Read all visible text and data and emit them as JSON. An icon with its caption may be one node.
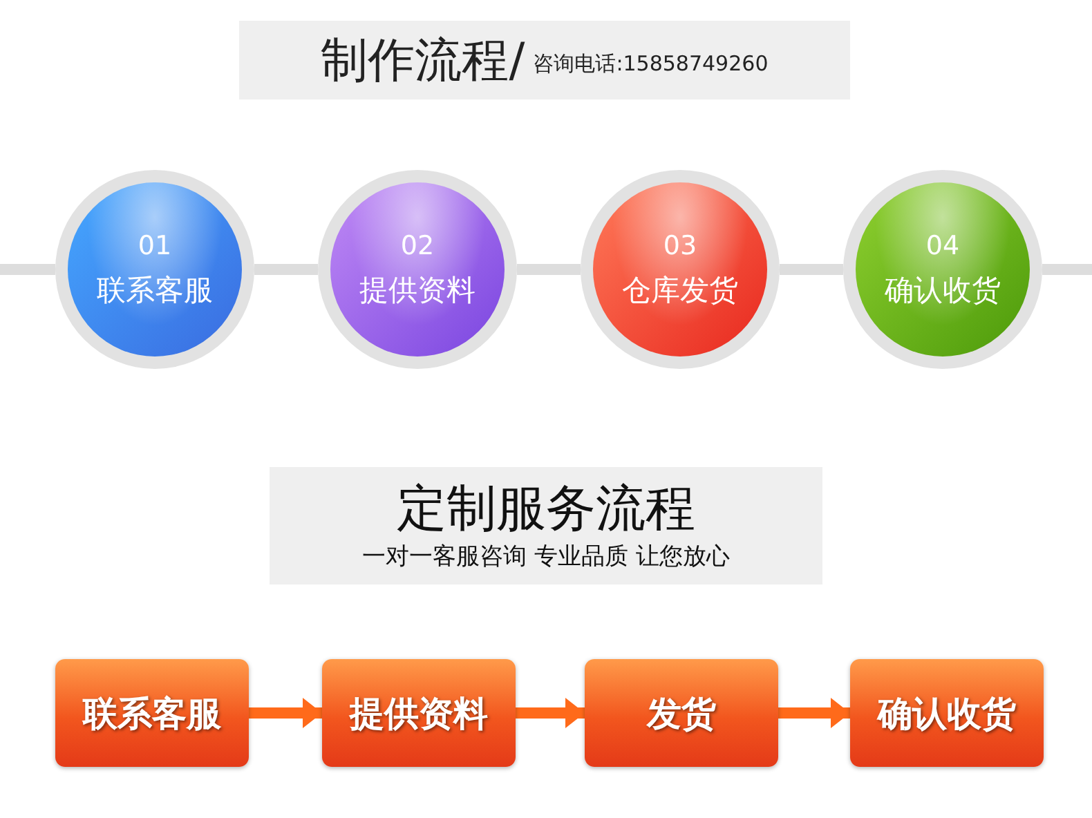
{
  "diagram": {
    "title": "制作流程/",
    "nodes": [
      {
        "text": [
          "01",
          "联系客服"
        ]
      },
      {
        "text": [
          "02",
          "提供资料"
        ]
      },
      {
        "text": [
          "03",
          "仓库发货"
        ]
      },
      {
        "text": [
          "04",
          "确认收货"
        ]
      },
      {
        "text": [
          "定制服务流程",
          "一对一客服咨询 专业品质 让您放心"
        ]
      },
      {
        "text": [
          "联系客服"
        ]
      },
      {
        "text": [
          "提供资料"
        ]
      },
      {
        "text": [
          "发货"
        ]
      },
      {
        "text": [
          "确认收货"
        ]
      }
    ],
    "edges": [
      {
        "from": null,
        "to": 0,
        "arrow": "none"
      },
      {
        "from": 0,
        "to": 1,
        "arrow": "none"
      },
      {
        "from": 1,
        "to": 2,
        "arrow": "none"
      },
      {
        "from": 2,
        "to": 3,
        "arrow": "none"
      },
      {
        "from": 3,
        "to": null,
        "arrow": "none"
      },
      {
        "from": 5,
        "to": 6,
        "arrow": "to",
        "color": "#ff6a1a"
      },
      {
        "from": 6,
        "to": 7,
        "arrow": "to",
        "color": "#ff6a1a"
      },
      {
        "from": 7,
        "to": 8,
        "arrow": "to",
        "color": "#ff6a1a"
      }
    ],
    "labels": [
      "咨询电话:15858749260"
    ]
  }
}
